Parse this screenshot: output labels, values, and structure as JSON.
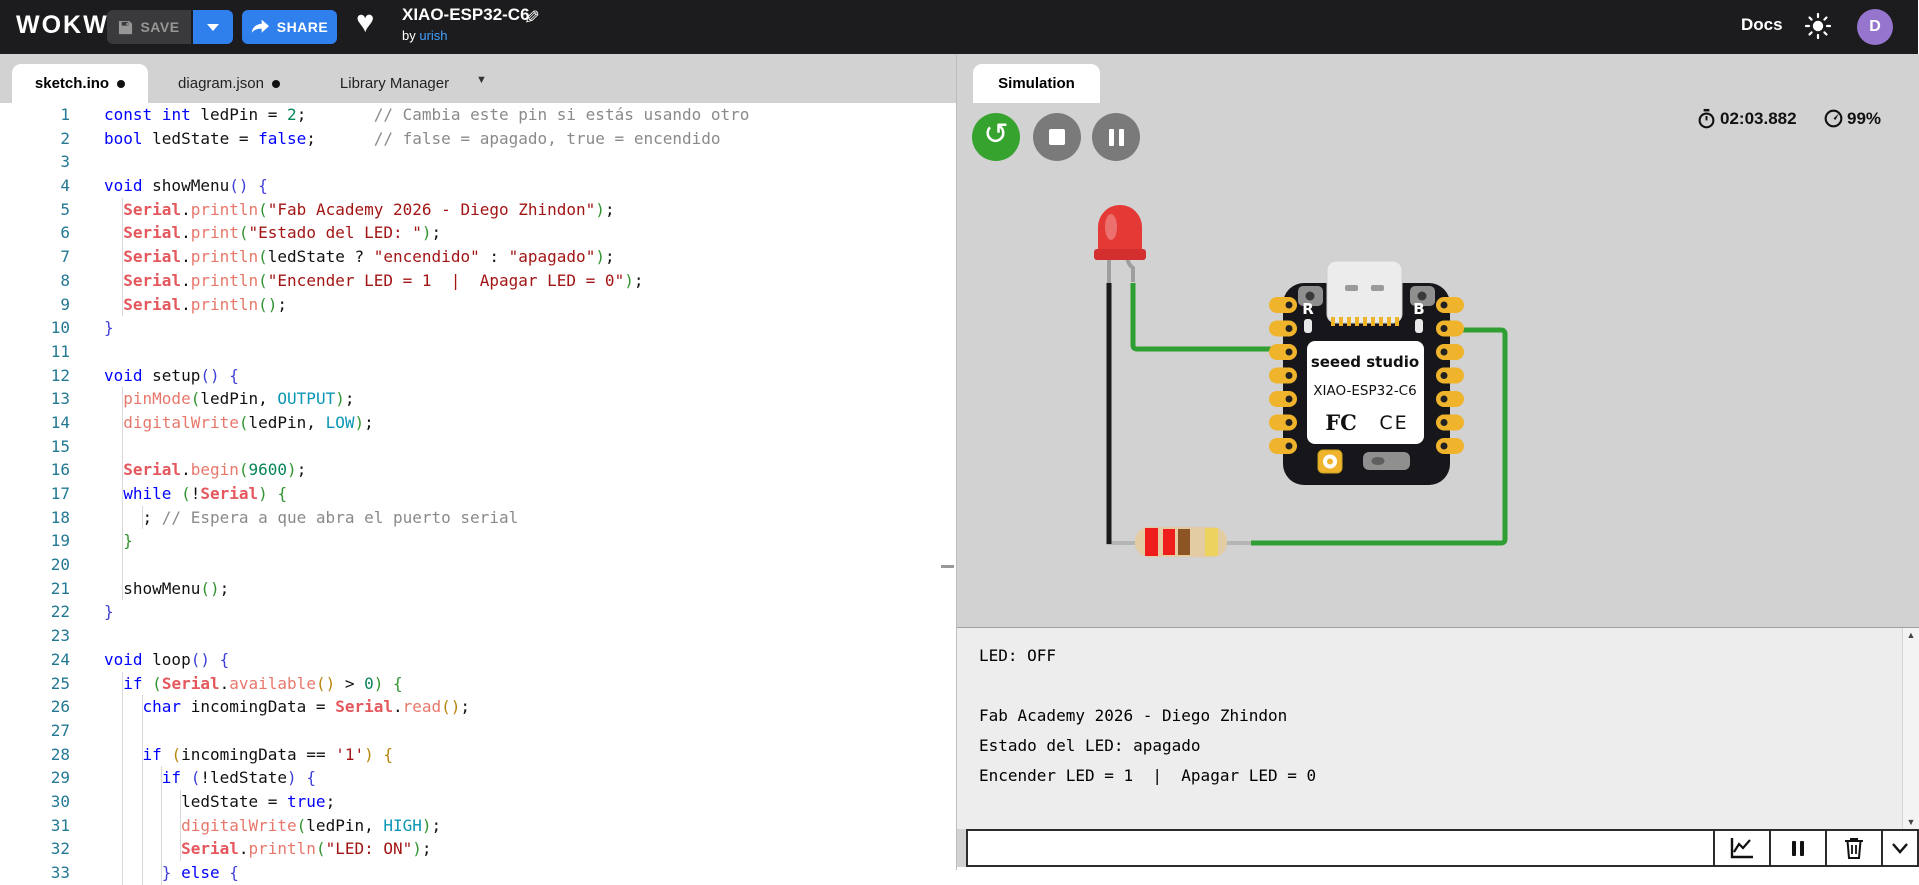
{
  "topbar": {
    "logo": "WOKWI",
    "save_label": "SAVE",
    "share_label": "SHARE",
    "project_title": "XIAO-ESP32-C6",
    "byline_prefix": "by ",
    "author": "urish",
    "docs_label": "Docs",
    "avatar_initial": "D"
  },
  "editor": {
    "tabs": [
      {
        "label": "sketch.ino",
        "dirty": true,
        "active": true
      },
      {
        "label": "diagram.json",
        "dirty": true,
        "active": false
      },
      {
        "label": "Library Manager",
        "dirty": false,
        "active": false
      }
    ],
    "lines": [
      {
        "n": 1,
        "g": 0,
        "t": [
          [
            "kw",
            "const"
          ],
          [
            "pl",
            " "
          ],
          [
            "kw",
            "int"
          ],
          [
            "pl",
            " ledPin = "
          ],
          [
            "nu",
            "2"
          ],
          [
            "pl",
            ";       "
          ],
          [
            "cm",
            "// Cambia este pin si estás usando otro"
          ]
        ]
      },
      {
        "n": 2,
        "g": 0,
        "t": [
          [
            "kw",
            "bool"
          ],
          [
            "pl",
            " ledState = "
          ],
          [
            "kw",
            "false"
          ],
          [
            "pl",
            ";      "
          ],
          [
            "cm",
            "// false = apagado, true = encendido"
          ]
        ]
      },
      {
        "n": 3,
        "g": 0,
        "t": []
      },
      {
        "n": 4,
        "g": 0,
        "t": [
          [
            "kw",
            "void"
          ],
          [
            "pl",
            " showMenu"
          ],
          [
            "b1",
            "()"
          ],
          [
            "pl",
            " "
          ],
          [
            "b1",
            "{"
          ]
        ]
      },
      {
        "n": 5,
        "g": 1,
        "t": [
          [
            "pl",
            "  "
          ],
          [
            "se",
            "Serial"
          ],
          [
            "pl",
            "."
          ],
          [
            "fn",
            "println"
          ],
          [
            "b2",
            "("
          ],
          [
            "st",
            "\"Fab Academy 2026 - Diego Zhindon\""
          ],
          [
            "b2",
            ")"
          ],
          [
            "pl",
            ";"
          ]
        ]
      },
      {
        "n": 6,
        "g": 1,
        "t": [
          [
            "pl",
            "  "
          ],
          [
            "se",
            "Serial"
          ],
          [
            "pl",
            "."
          ],
          [
            "fn",
            "print"
          ],
          [
            "b2",
            "("
          ],
          [
            "st",
            "\"Estado del LED: \""
          ],
          [
            "b2",
            ")"
          ],
          [
            "pl",
            ";"
          ]
        ]
      },
      {
        "n": 7,
        "g": 1,
        "t": [
          [
            "pl",
            "  "
          ],
          [
            "se",
            "Serial"
          ],
          [
            "pl",
            "."
          ],
          [
            "fn",
            "println"
          ],
          [
            "b2",
            "("
          ],
          [
            "pl",
            "ledState ? "
          ],
          [
            "st",
            "\"encendido\""
          ],
          [
            "pl",
            " : "
          ],
          [
            "st",
            "\"apagado\""
          ],
          [
            "b2",
            ")"
          ],
          [
            "pl",
            ";"
          ]
        ]
      },
      {
        "n": 8,
        "g": 1,
        "t": [
          [
            "pl",
            "  "
          ],
          [
            "se",
            "Serial"
          ],
          [
            "pl",
            "."
          ],
          [
            "fn",
            "println"
          ],
          [
            "b2",
            "("
          ],
          [
            "st",
            "\"Encender LED = 1  |  Apagar LED = 0\""
          ],
          [
            "b2",
            ")"
          ],
          [
            "pl",
            ";"
          ]
        ]
      },
      {
        "n": 9,
        "g": 1,
        "t": [
          [
            "pl",
            "  "
          ],
          [
            "se",
            "Serial"
          ],
          [
            "pl",
            "."
          ],
          [
            "fn",
            "println"
          ],
          [
            "b2",
            "()"
          ],
          [
            "pl",
            ";"
          ]
        ]
      },
      {
        "n": 10,
        "g": 0,
        "t": [
          [
            "b1",
            "}"
          ]
        ]
      },
      {
        "n": 11,
        "g": 0,
        "t": []
      },
      {
        "n": 12,
        "g": 0,
        "t": [
          [
            "kw",
            "void"
          ],
          [
            "pl",
            " setup"
          ],
          [
            "b1",
            "()"
          ],
          [
            "pl",
            " "
          ],
          [
            "b1",
            "{"
          ]
        ]
      },
      {
        "n": 13,
        "g": 1,
        "t": [
          [
            "pl",
            "  "
          ],
          [
            "fn",
            "pinMode"
          ],
          [
            "b2",
            "("
          ],
          [
            "pl",
            "ledPin, "
          ],
          [
            "tc",
            "OUTPUT"
          ],
          [
            "b2",
            ")"
          ],
          [
            "pl",
            ";"
          ]
        ]
      },
      {
        "n": 14,
        "g": 1,
        "t": [
          [
            "pl",
            "  "
          ],
          [
            "fn",
            "digitalWrite"
          ],
          [
            "b2",
            "("
          ],
          [
            "pl",
            "ledPin, "
          ],
          [
            "tc",
            "LOW"
          ],
          [
            "b2",
            ")"
          ],
          [
            "pl",
            ";"
          ]
        ]
      },
      {
        "n": 15,
        "g": 1,
        "t": []
      },
      {
        "n": 16,
        "g": 1,
        "t": [
          [
            "pl",
            "  "
          ],
          [
            "se",
            "Serial"
          ],
          [
            "pl",
            "."
          ],
          [
            "fn",
            "begin"
          ],
          [
            "b2",
            "("
          ],
          [
            "nu",
            "9600"
          ],
          [
            "b2",
            ")"
          ],
          [
            "pl",
            ";"
          ]
        ]
      },
      {
        "n": 17,
        "g": 1,
        "t": [
          [
            "pl",
            "  "
          ],
          [
            "kw",
            "while"
          ],
          [
            "pl",
            " "
          ],
          [
            "b2",
            "("
          ],
          [
            "pl",
            "!"
          ],
          [
            "se",
            "Serial"
          ],
          [
            "b2",
            ")"
          ],
          [
            "pl",
            " "
          ],
          [
            "b2",
            "{"
          ]
        ]
      },
      {
        "n": 18,
        "g": 2,
        "t": [
          [
            "pl",
            "    ; "
          ],
          [
            "cm",
            "// Espera a que abra el puerto serial"
          ]
        ]
      },
      {
        "n": 19,
        "g": 1,
        "t": [
          [
            "pl",
            "  "
          ],
          [
            "b2",
            "}"
          ]
        ]
      },
      {
        "n": 20,
        "g": 1,
        "t": []
      },
      {
        "n": 21,
        "g": 1,
        "t": [
          [
            "pl",
            "  showMenu"
          ],
          [
            "b2",
            "()"
          ],
          [
            "pl",
            ";"
          ]
        ]
      },
      {
        "n": 22,
        "g": 0,
        "t": [
          [
            "b1",
            "}"
          ]
        ]
      },
      {
        "n": 23,
        "g": 0,
        "t": []
      },
      {
        "n": 24,
        "g": 0,
        "t": [
          [
            "kw",
            "void"
          ],
          [
            "pl",
            " loop"
          ],
          [
            "b1",
            "()"
          ],
          [
            "pl",
            " "
          ],
          [
            "b1",
            "{"
          ]
        ]
      },
      {
        "n": 25,
        "g": 1,
        "t": [
          [
            "pl",
            "  "
          ],
          [
            "kw",
            "if"
          ],
          [
            "pl",
            " "
          ],
          [
            "b2",
            "("
          ],
          [
            "se",
            "Serial"
          ],
          [
            "pl",
            "."
          ],
          [
            "fn",
            "available"
          ],
          [
            "b3",
            "()"
          ],
          [
            "pl",
            " > "
          ],
          [
            "nu",
            "0"
          ],
          [
            "b2",
            ")"
          ],
          [
            "pl",
            " "
          ],
          [
            "b2",
            "{"
          ]
        ]
      },
      {
        "n": 26,
        "g": 2,
        "t": [
          [
            "pl",
            "    "
          ],
          [
            "kw",
            "char"
          ],
          [
            "pl",
            " incomingData = "
          ],
          [
            "se",
            "Serial"
          ],
          [
            "pl",
            "."
          ],
          [
            "fn",
            "read"
          ],
          [
            "b3",
            "()"
          ],
          [
            "pl",
            ";"
          ]
        ]
      },
      {
        "n": 27,
        "g": 2,
        "t": []
      },
      {
        "n": 28,
        "g": 2,
        "t": [
          [
            "pl",
            "    "
          ],
          [
            "kw",
            "if"
          ],
          [
            "pl",
            " "
          ],
          [
            "b3",
            "("
          ],
          [
            "pl",
            "incomingData == "
          ],
          [
            "st",
            "'1'"
          ],
          [
            "b3",
            ")"
          ],
          [
            "pl",
            " "
          ],
          [
            "b3",
            "{"
          ]
        ]
      },
      {
        "n": 29,
        "g": 3,
        "t": [
          [
            "pl",
            "      "
          ],
          [
            "kw",
            "if"
          ],
          [
            "pl",
            " "
          ],
          [
            "b1",
            "("
          ],
          [
            "pl",
            "!ledState"
          ],
          [
            "b1",
            ")"
          ],
          [
            "pl",
            " "
          ],
          [
            "b1",
            "{"
          ]
        ]
      },
      {
        "n": 30,
        "g": 4,
        "t": [
          [
            "pl",
            "        ledState = "
          ],
          [
            "kw",
            "true"
          ],
          [
            "pl",
            ";"
          ]
        ]
      },
      {
        "n": 31,
        "g": 4,
        "t": [
          [
            "pl",
            "        "
          ],
          [
            "fn",
            "digitalWrite"
          ],
          [
            "b2",
            "("
          ],
          [
            "pl",
            "ledPin, "
          ],
          [
            "tc",
            "HIGH"
          ],
          [
            "b2",
            ")"
          ],
          [
            "pl",
            ";"
          ]
        ]
      },
      {
        "n": 32,
        "g": 4,
        "t": [
          [
            "pl",
            "        "
          ],
          [
            "se",
            "Serial"
          ],
          [
            "pl",
            "."
          ],
          [
            "fn",
            "println"
          ],
          [
            "b2",
            "("
          ],
          [
            "st",
            "\"LED: ON\""
          ],
          [
            "b2",
            ")"
          ],
          [
            "pl",
            ";"
          ]
        ]
      },
      {
        "n": 33,
        "g": 3,
        "t": [
          [
            "pl",
            "      "
          ],
          [
            "b1",
            "}"
          ],
          [
            "pl",
            " "
          ],
          [
            "kw",
            "else"
          ],
          [
            "pl",
            " "
          ],
          [
            "b1",
            "{"
          ]
        ]
      }
    ]
  },
  "simulation": {
    "tab_label": "Simulation",
    "time_label": "02:03.882",
    "cpu_label": "99%",
    "board_brand": "seeed studio",
    "board_model": "XIAO-ESP32-C6",
    "board_fcc": "FC",
    "board_ce": "CE",
    "reset_label": "R",
    "boot_label": "B"
  },
  "serial_monitor": {
    "lines": [
      "LED: OFF",
      "",
      "Fab Academy 2026 - Diego Zhindon",
      "Estado del LED: apagado",
      "Encender LED = 1  |  Apagar LED = 0"
    ],
    "input_value": ""
  },
  "colors": {
    "topbar_bg": "#1c1c1e",
    "accent_blue": "#2f80ed",
    "restart_green": "#36a32f",
    "button_grey": "#7a7a7a",
    "panel_grey": "#d2d2d2",
    "wire_green": "#2f9e33",
    "wire_black": "#1a1a1a",
    "led_red": "#e53935",
    "pin_gold": "#f0b42c",
    "avatar_purple": "#9575cd"
  }
}
